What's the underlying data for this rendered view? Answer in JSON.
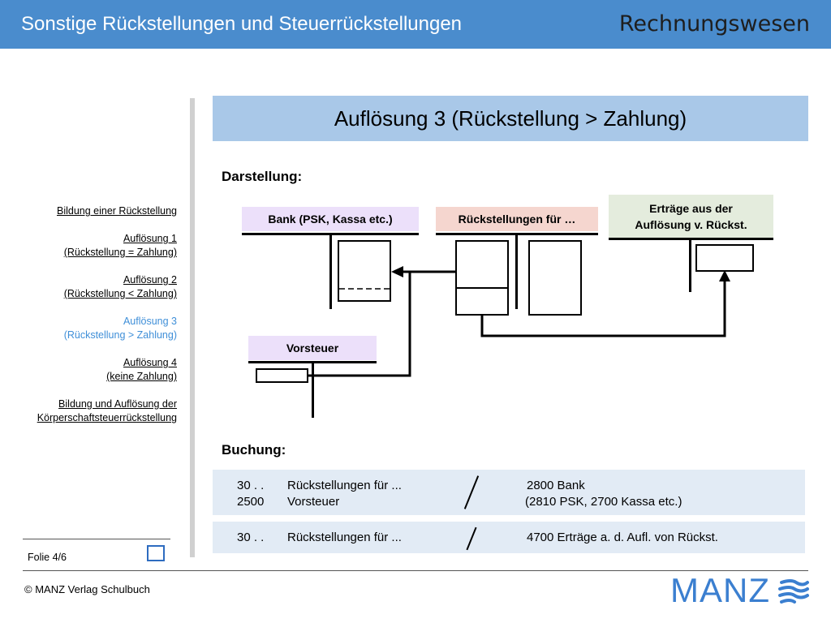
{
  "header": {
    "title": "Sonstige Rückstellungen und Steuerrückstellungen",
    "brand": "Rechnungswesen"
  },
  "nav": {
    "items": [
      {
        "lines": [
          "Bildung einer Rückstellung"
        ],
        "active": false
      },
      {
        "lines": [
          "Auflösung 1",
          "(Rückstellung = Zahlung)"
        ],
        "active": false
      },
      {
        "lines": [
          "Auflösung 2",
          "(Rückstellung < Zahlung)"
        ],
        "active": false
      },
      {
        "lines": [
          "Auflösung 3",
          "(Rückstellung > Zahlung)"
        ],
        "active": true
      },
      {
        "lines": [
          "Auflösung 4",
          "(keine Zahlung)"
        ],
        "active": false
      },
      {
        "lines": [
          "Bildung und Auflösung der",
          "Körperschaftsteuerrückstellung"
        ],
        "active": false
      }
    ]
  },
  "footer": {
    "folio": "Folie 4/6",
    "copyright": "© MANZ Verlag Schulbuch",
    "logo_text": "MANZ"
  },
  "slide": {
    "title": "Auflösung 3 (Rückstellung > Zahlung)",
    "darstellung_label": "Darstellung:",
    "buchung_label": "Buchung:"
  },
  "accounts": {
    "bank": {
      "label": "Bank (PSK, Kassa etc.)",
      "color": "#ece0fa"
    },
    "rueckstellungen": {
      "label": "Rückstellungen für …",
      "color": "#f5d6cf"
    },
    "ertraege": {
      "label_line1": "Erträge aus der",
      "label_line2": "Auflösung v. Rückst.",
      "color": "#e4ecdd"
    },
    "vorsteuer": {
      "label": "Vorsteuer",
      "color": "#ece0fa"
    }
  },
  "bookings": [
    {
      "debit": [
        {
          "code": "30 . .",
          "name": "Rückstellungen für ..."
        },
        {
          "code": "2500",
          "name": "Vorsteuer"
        }
      ],
      "credit": [
        "2800 Bank",
        "(2810 PSK, 2700 Kassa etc.)"
      ]
    },
    {
      "debit": [
        {
          "code": "30 . .",
          "name": "Rückstellungen für ..."
        }
      ],
      "credit": [
        "4700 Erträge a. d. Aufl. von Rückst."
      ]
    }
  ],
  "colors": {
    "header_bg": "#4a8ccd",
    "title_box_bg": "#a9c8e8",
    "booking_bg": "#e2ebf5",
    "active_nav": "#3f8fd8",
    "logo_blue": "#3b7fd0"
  }
}
